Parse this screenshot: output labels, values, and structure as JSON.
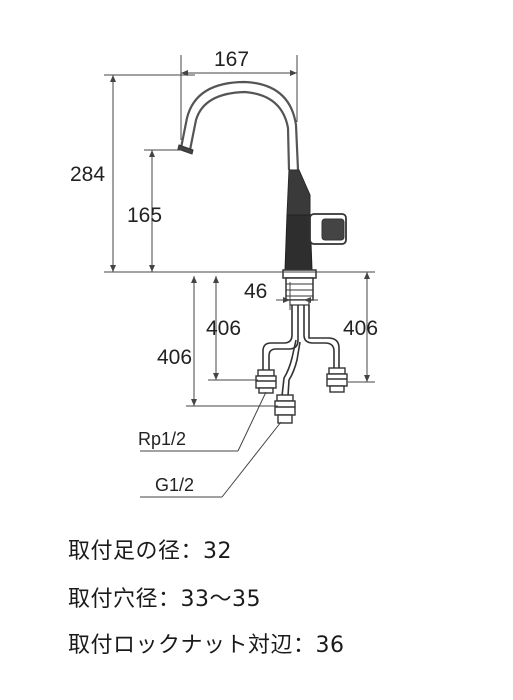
{
  "dimensions": {
    "spout_reach": "167",
    "total_height": "284",
    "spout_height": "165",
    "shank_offset": "46",
    "hose_right": "406",
    "hose_mid": "406",
    "hose_left": "406"
  },
  "connections": {
    "rp": "Rp1/2",
    "g": "G1/2"
  },
  "specs": {
    "foot_diameter": "取付足の径：32",
    "hole_diameter": "取付穴径：33～35",
    "nut_width": "取付ロックナット対辺：36"
  },
  "colors": {
    "line": "#333333",
    "body": "#2e2e2e",
    "valve": "#6a6a6a"
  }
}
